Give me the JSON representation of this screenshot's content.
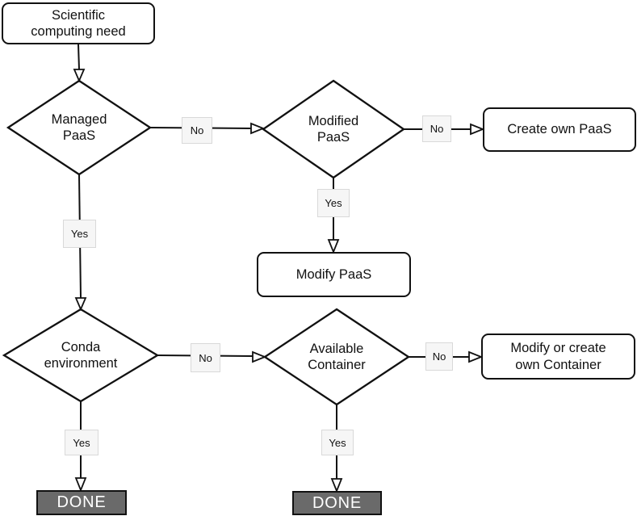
{
  "nodes": {
    "start": {
      "line1": "Scientific",
      "line2": "computing need"
    },
    "managed_paas": {
      "line1": "Managed",
      "line2": "PaaS"
    },
    "modified_paas": {
      "line1": "Modified",
      "line2": "PaaS"
    },
    "create_own_paas": {
      "label": "Create own PaaS"
    },
    "modify_paas": {
      "label": "Modify PaaS"
    },
    "conda_environment": {
      "line1": "Conda",
      "line2": "environment"
    },
    "available_container": {
      "line1": "Available",
      "line2": "Container"
    },
    "modify_create_container": {
      "line1": "Modify or create",
      "line2": "own Container"
    },
    "done_left": {
      "label": "DONE"
    },
    "done_middle": {
      "label": "DONE"
    }
  },
  "edge_labels": {
    "managed_to_modified": "No",
    "modified_to_create": "No",
    "modified_to_modify": "Yes",
    "managed_to_conda": "Yes",
    "conda_to_available": "No",
    "available_to_container": "No",
    "conda_to_done": "Yes",
    "available_to_done": "Yes"
  },
  "colors": {
    "stroke": "#111111",
    "text": "#111111",
    "node_fill": "#ffffff",
    "label_fill": "#f6f6f6",
    "label_border": "#d9d9d9",
    "done_fill": "#6a6a6a",
    "done_text": "#ffffff"
  }
}
